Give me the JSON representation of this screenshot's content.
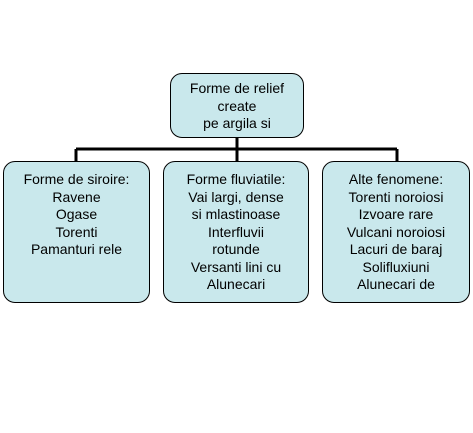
{
  "root": {
    "lines": [
      "Forme de relief",
      "create",
      "pe argila si"
    ]
  },
  "children": [
    {
      "lines": [
        "Forme de siroire:",
        "Ravene",
        "Ogase",
        "Torenti",
        "Pamanturi rele"
      ]
    },
    {
      "lines": [
        "Forme fluviatile:",
        "Vai largi, dense",
        "si mlastinoase",
        "Interfluvii",
        "rotunde",
        "Versanti lini cu",
        "Alunecari"
      ]
    },
    {
      "lines": [
        "Alte fenomene:",
        "Torenti noroiosi",
        "Izvoare rare",
        "Vulcani noroiosi",
        "Lacuri de baraj",
        "Solifluxiuni",
        "Alunecari de"
      ]
    }
  ],
  "colors": {
    "box_fill": "#c9e8ec",
    "stroke": "#000000"
  }
}
